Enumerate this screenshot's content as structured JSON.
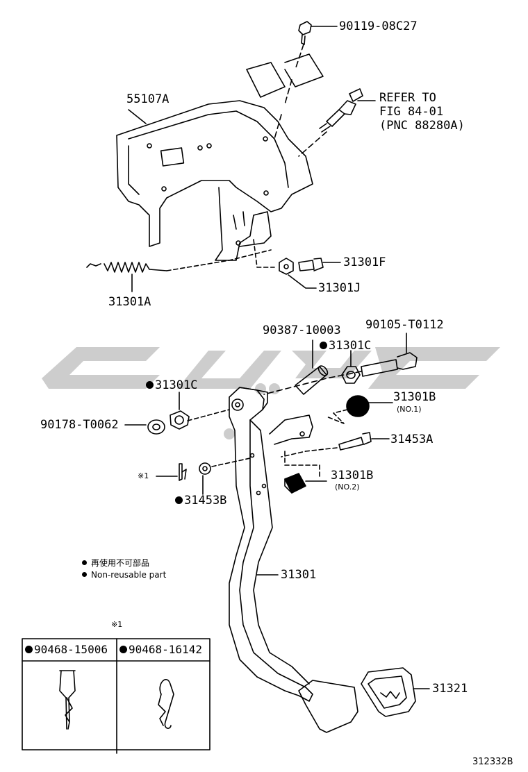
{
  "labels": {
    "bolt_top": "90119-08C27",
    "bracket": "55107A",
    "refer": [
      "REFER TO",
      "FIG 84-01",
      "(PNC 88280A)"
    ],
    "spring": "31301A",
    "bolt_f": "31301F",
    "nut_j": "31301J",
    "collar": "90387-10003",
    "bolt_b": "90105-T0112",
    "bushing_c_right": "31301C",
    "bushing_c_left": "31301C",
    "washer": "90178-T0062",
    "stopper_b1": "31301B",
    "stopper_b1_sub": "(NO.1)",
    "pin_a": "31453A",
    "clip_ref": "※1",
    "stopper_b2": "31301B",
    "stopper_b2_sub": "(NO.2)",
    "pin_b": "31453B",
    "pedal": "31301",
    "pad": "31321",
    "figure_number": "312332B"
  },
  "legend": {
    "line_jp": "再使用不可部品",
    "line_en": "Non-reusable part"
  },
  "inset": {
    "ref": "※1",
    "col1": "90468-15006",
    "col2": "90468-16142"
  },
  "watermark": {
    "color": "#c8c8c8"
  }
}
